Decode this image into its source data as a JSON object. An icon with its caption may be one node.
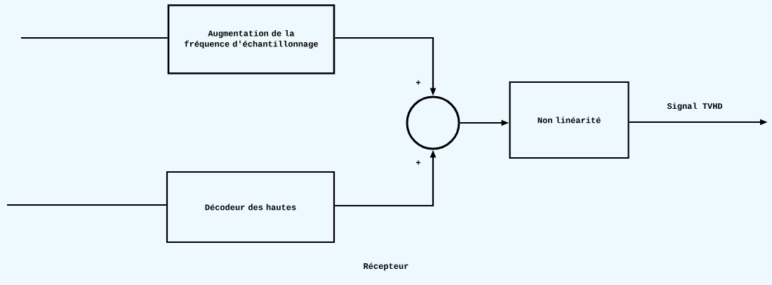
{
  "diagram": {
    "caption": "Récepteur",
    "nodes": [
      {
        "text": [
          "Augmentation de la fréquence d'échantillonnage"
        ]
      },
      {
        "text": [
          "Décodeur des hautes"
        ]
      },
      {
        "text": [],
        "shape": "circle"
      },
      {
        "text": [
          "Non linéarité"
        ]
      }
    ],
    "edges": [
      {
        "from": null,
        "to": 0,
        "arrow": "none"
      },
      {
        "from": null,
        "to": 1,
        "arrow": "none"
      },
      {
        "from": 0,
        "to": 2,
        "arrow": "to",
        "label": "+"
      },
      {
        "from": 1,
        "to": 2,
        "arrow": "to",
        "label": "+"
      },
      {
        "from": 2,
        "to": 3,
        "arrow": "to"
      },
      {
        "from": 3,
        "to": null,
        "arrow": "to",
        "label": "Signal TVHD"
      }
    ]
  }
}
